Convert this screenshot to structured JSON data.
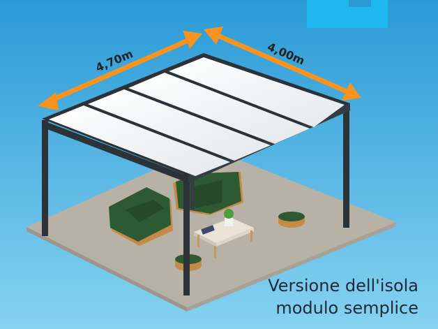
{
  "dimensions": {
    "width_label": "4,70m",
    "depth_label": "4,00m"
  },
  "caption": {
    "line1": "Versione dell'isola",
    "line2": "modulo semplice"
  },
  "colors": {
    "background_top": "#2aa0da",
    "background_bottom": "#7fcff0",
    "accent_block": "#1fb6ee",
    "arrow": "#f7931e",
    "frame": "#2b3338",
    "roof_panel": "#f4f6f7",
    "floor": "#b9b3a8",
    "upholstery": "#2e5a33",
    "wood": "#c58a48"
  }
}
